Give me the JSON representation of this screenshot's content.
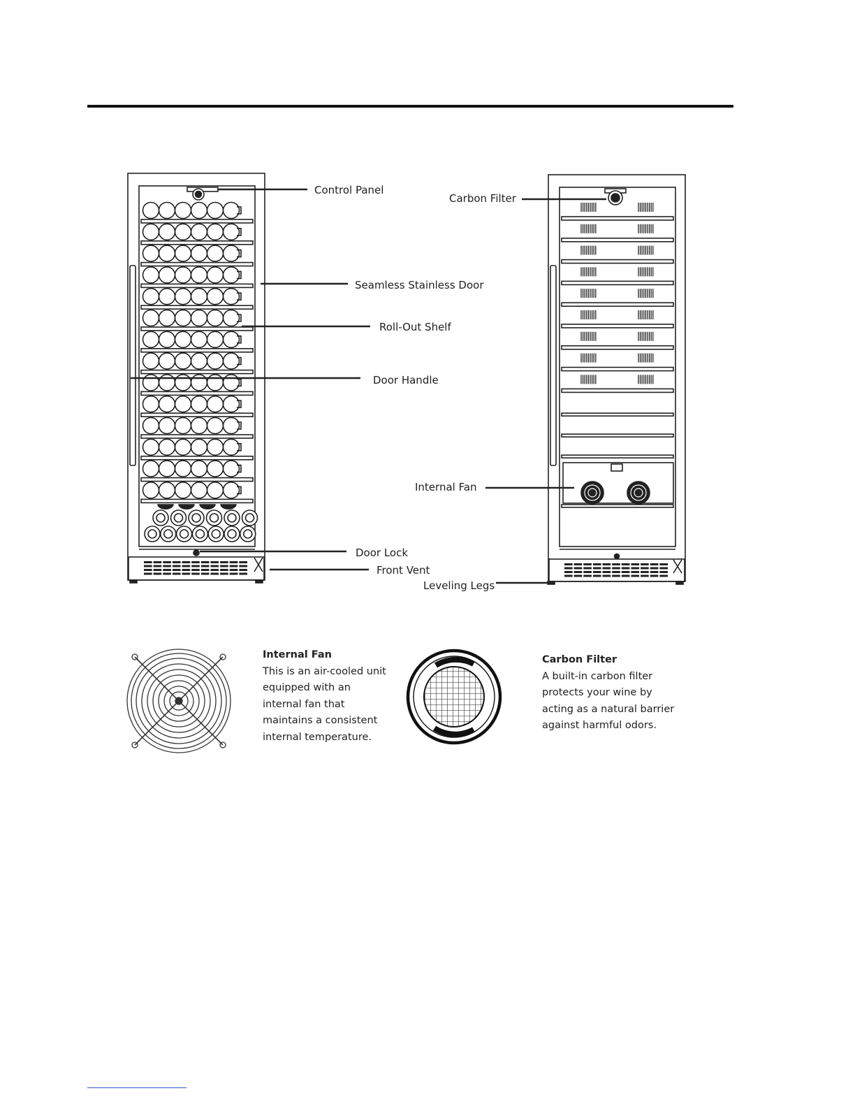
{
  "callouts": {
    "control_panel": "Control Panel",
    "seamless_door": "Seamless Stainless Door",
    "roll_out_shelf": "Roll-Out Shelf",
    "door_handle": "Door Handle",
    "door_lock": "Door Lock",
    "front_vent": "Front Vent",
    "carbon_filter": "Carbon Filter",
    "internal_fan": "Internal Fan",
    "leveling_legs": "Leveling Legs"
  },
  "features": {
    "fan": {
      "title": "Internal Fan",
      "lines": [
        "This is an air-cooled unit",
        "equipped with an",
        "internal fan that",
        "maintains a consistent",
        "internal temperature."
      ],
      "icon": "fan-grille-icon"
    },
    "filter": {
      "title": "Carbon Filter",
      "lines": [
        "A built-in carbon filter",
        "protects your wine by",
        "acting as a natural barrier",
        "against harmful odors."
      ],
      "icon": "carbon-filter-icon"
    }
  },
  "front_view": {
    "bottle_rows": 14,
    "bottles_per_row": 6,
    "stacked_bottom_rows": 2
  },
  "rear_view": {
    "vented_shelves": 9,
    "plain_shelves": 3,
    "fans": 2
  },
  "colors": {
    "line": "#222222",
    "text": "#222222",
    "footer_rule": "#3355cc"
  }
}
